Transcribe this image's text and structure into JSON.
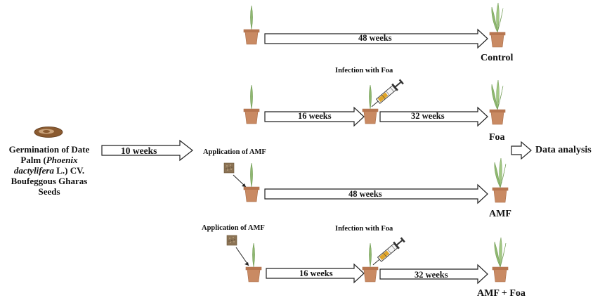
{
  "source": {
    "text_lines": [
      "Germination of Date",
      "Palm (",
      "Phoenix",
      "dactylifera",
      " L.) CV.",
      "Boufeggous Gharas",
      "Seeds"
    ]
  },
  "first_step": {
    "duration": "10 weeks"
  },
  "rows": [
    {
      "result": "Control",
      "durations": [
        "48 weeks"
      ]
    },
    {
      "result": "Foa",
      "event": "Infection with Foa",
      "durations": [
        "16 weeks",
        "32 weeks"
      ]
    },
    {
      "result": "AMF",
      "pre_treatment": "Application of AMF",
      "durations": [
        "48 weeks"
      ]
    },
    {
      "result": "AMF + Foa",
      "pre_treatment": "Application of AMF",
      "event": "Infection with Foa",
      "durations": [
        "16 weeks",
        "32 weeks"
      ]
    }
  ],
  "final_step": {
    "label": "Data analysis"
  },
  "colors": {
    "pot": "#c98a63",
    "pot_rim": "#b77650",
    "leaf": "#8fb870",
    "leaf_dark": "#6f9a52",
    "syringe_liquid": "#e0a52a",
    "seed": "#8a5a30",
    "amf_square": "#8c7456"
  }
}
